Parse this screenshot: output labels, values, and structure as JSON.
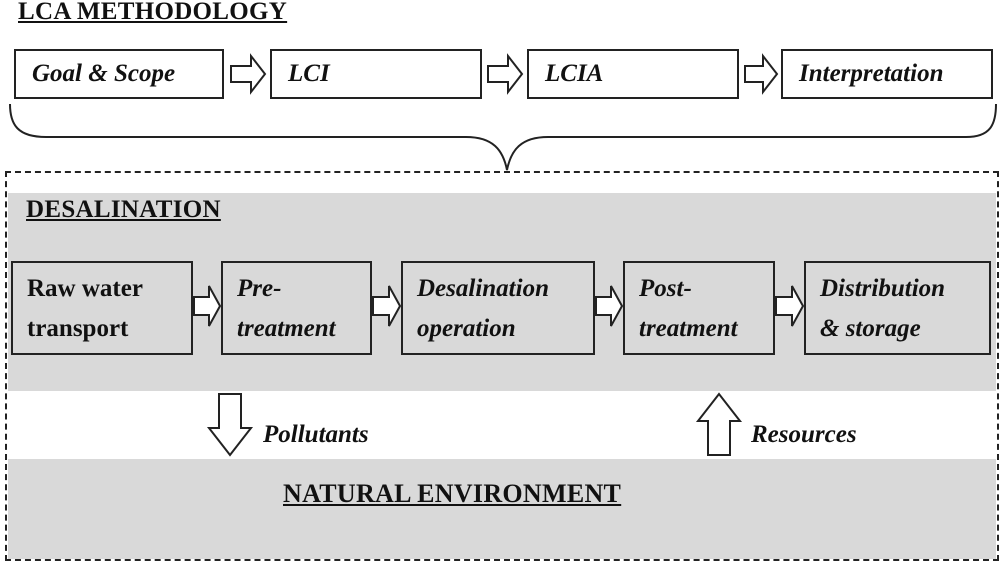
{
  "lca": {
    "title": "LCA METHODOLOGY",
    "stages": [
      {
        "label": "Goal & Scope"
      },
      {
        "label": "LCI"
      },
      {
        "label": "LCIA"
      },
      {
        "label": "Interpretation"
      }
    ]
  },
  "desalination": {
    "title": "DESALINATION",
    "stages": [
      {
        "label": "Raw water\ntransport"
      },
      {
        "label": "Pre-\ntreatment"
      },
      {
        "label": "Desalination\noperation"
      },
      {
        "label": "Post-\ntreatment"
      },
      {
        "label": "Distribution\n& storage"
      }
    ]
  },
  "flows": {
    "pollutants": "Pollutants",
    "resources": "Resources"
  },
  "environment": {
    "title": "NATURAL ENVIRONMENT"
  }
}
